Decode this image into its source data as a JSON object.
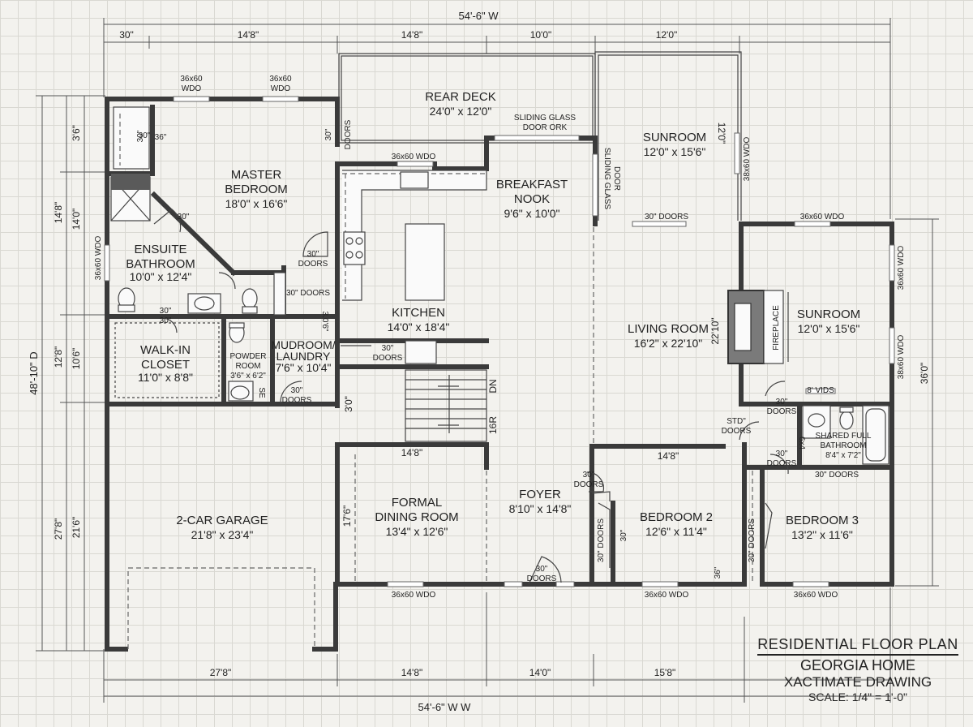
{
  "dimensions": {
    "overall_top": "54'-6\" W",
    "overall_bottom": "54'-6\" W W",
    "overall_depth": "48'-10\" D",
    "top_segments": [
      "30\"",
      "14'8\"",
      "14'8\"",
      "10'0\"",
      "12'0\""
    ],
    "bottom_segments": [
      "27'8\"",
      "14'8\"",
      "14'0\"",
      "15'8\""
    ],
    "left_outer": [
      "14'8\"",
      "12'8\"",
      "27'8\""
    ],
    "left_inner": [
      "3'6\"",
      "14'0\"",
      "10'6\"",
      "21'6\""
    ],
    "right": "36'0\"",
    "interior": {
      "dining_width": "14'8\"",
      "bedroom2_width": "14'8\"",
      "dining_depth": "17'6\"",
      "stair_short": "3'0\"",
      "sunroom_upper_depth": "12'0\"",
      "living_depth": "22'10\"",
      "bed2_side": "36\""
    }
  },
  "rooms": {
    "rear_deck": {
      "name": "REAR DECK",
      "size": "24'0\" x 12'0\""
    },
    "sunroom_upper": {
      "name": "SUNROOM",
      "size": "12'0\" x 15'6\""
    },
    "master_bedroom": {
      "name_1": "MASTER",
      "name_2": "BEDROOM",
      "size": "18'0\" x 16'6\""
    },
    "breakfast_nook": {
      "name_1": "BREAKFAST",
      "name_2": "NOOK",
      "size": "9'6\" x 10'0\""
    },
    "ensuite_bathroom": {
      "name_1": "ENSUITE",
      "name_2": "BATHROOM",
      "size": "10'0\" x 12'4\""
    },
    "kitchen": {
      "name": "KITCHEN",
      "size": "14'0\" x 18'4\""
    },
    "living_room": {
      "name": "LIVING ROOM",
      "size": "16'2\" x 22'10\""
    },
    "sunroom_right": {
      "name": "SUNROOM",
      "size": "12'0\" x 15'6\""
    },
    "walk_in_closet": {
      "name_1": "WALK-IN",
      "name_2": "CLOSET",
      "size": "11'0\" x 8'8\""
    },
    "powder_room": {
      "name_1": "POWDER",
      "name_2": "ROOM",
      "size": "3'6\" x 6'2\""
    },
    "mudroom": {
      "name_1": "MUDROOM/",
      "name_2": "LAUNDRY",
      "size": "7'6\" x 10'4\""
    },
    "shared_bath": {
      "name_1": "SHARED FULL",
      "name_2": "BATHROOM",
      "size": "8'4\" x 7'2\""
    },
    "garage": {
      "name": "2-CAR GARAGE",
      "size": "21'8\" x 23'4\""
    },
    "dining": {
      "name_1": "FORMAL",
      "name_2": "DINING ROOM",
      "size": "13'4\" x 12'6\""
    },
    "foyer": {
      "name": "FOYER",
      "size": "8'10\" x 14'8\""
    },
    "bedroom2": {
      "name": "BEDROOM 2",
      "size": "12'6\" x 11'4\""
    },
    "bedroom3": {
      "name": "BEDROOM 3",
      "size": "13'2\" x 11'6\""
    }
  },
  "labels": {
    "wdo": "36x60 WDO",
    "wdo_lines": [
      "36x60",
      "WDO"
    ],
    "doors": "DOORS",
    "thirty": "30\"",
    "thirty_six": "36\"",
    "thirty_doors": "30\" DOORS",
    "sliding_glass_door_ork": [
      "SLIDING GLASS",
      "DOOR ORK"
    ],
    "sliding_glass_door": [
      "SLIDING GLASS",
      "DOOR"
    ],
    "fireplace": "FIREPLACE",
    "dn": "DN",
    "risers": "16R",
    "std_doors": [
      "STD\"",
      "DOORS"
    ],
    "sliding_8": "8' VIDS",
    "wdo_side": "38x60 WDO",
    "stair_tag": "3.0'6\"",
    "lav_tag": "SE",
    "small_36": "36\"",
    "bath_small": "Sbl",
    "bath_tag": "6x4"
  },
  "title_block": {
    "line1": "RESIDENTIAL FLOOR PLAN",
    "line2": "GEORGIA HOME",
    "line3": "XACTIMATE DRAWING",
    "line4": "SCALE: 1/4\" = 1'-0\""
  }
}
